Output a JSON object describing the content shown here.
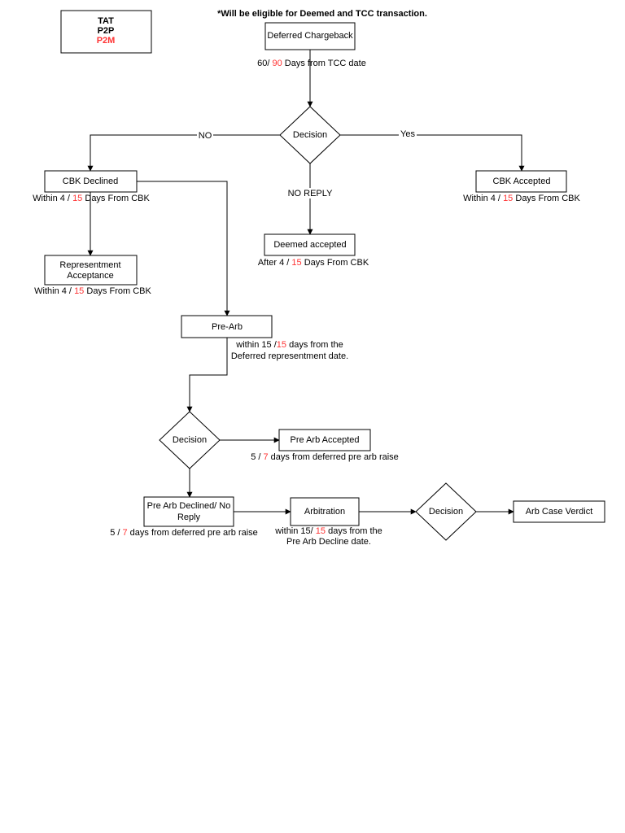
{
  "colors": {
    "accent_red": "#ff3333",
    "line": "#000000",
    "background": "#ffffff"
  },
  "legend": {
    "title": "TAT",
    "line1": "P2P",
    "line2": "P2M"
  },
  "note": "*Will be eligible for Deemed and TCC transaction.",
  "nodes": {
    "deferred_chargeback": "Deferred Chargeback",
    "decision_1": "Decision",
    "cbk_declined": "CBK Declined",
    "cbk_accepted": "CBK Accepted",
    "deemed_accepted": "Deemed accepted",
    "representment_acceptance_line1": "Representment",
    "representment_acceptance_line2": "Acceptance",
    "pre_arb": "Pre-Arb",
    "decision_2": "Decision",
    "pre_arb_accepted": "Pre Arb Accepted",
    "pre_arb_declined_line1": "Pre Arb Declined/ No",
    "pre_arb_declined_line2": "Reply",
    "arbitration": "Arbitration",
    "decision_3": "Decision",
    "arb_case_verdict": "Arb Case Verdict"
  },
  "edge_labels": {
    "no": "NO",
    "yes": "Yes",
    "no_reply": "NO REPLY"
  },
  "timelines": {
    "tcc": {
      "p2p": "60/",
      "p2m": "90",
      "suffix": "Days from TCC date"
    },
    "cbk_declined": {
      "prefix": "Within 4 /",
      "p2m": "15",
      "suffix": "Days From CBK"
    },
    "cbk_accepted": {
      "prefix": "Within 4 /",
      "p2m": "15",
      "suffix": "Days From CBK"
    },
    "deemed_accepted": {
      "prefix": "After 4 /",
      "p2m": "15",
      "suffix": "Days From CBK"
    },
    "representment": {
      "prefix": "Within 4 /",
      "p2m": "15",
      "suffix": "Days From CBK"
    },
    "pre_arb": {
      "prefix": "within 15 /",
      "p2m": "15",
      "suffix": "days from the",
      "line2": "Deferred representment date."
    },
    "pre_arb_accepted": {
      "prefix": "5 /",
      "p2m": "7",
      "suffix": "days from deferred pre arb raise"
    },
    "pre_arb_declined": {
      "prefix": "5 /",
      "p2m": "7",
      "suffix": "days from deferred pre arb raise"
    },
    "arbitration": {
      "prefix": "within 15/",
      "p2m": "15",
      "suffix": "days from the",
      "line2": "Pre Arb Decline date."
    }
  }
}
